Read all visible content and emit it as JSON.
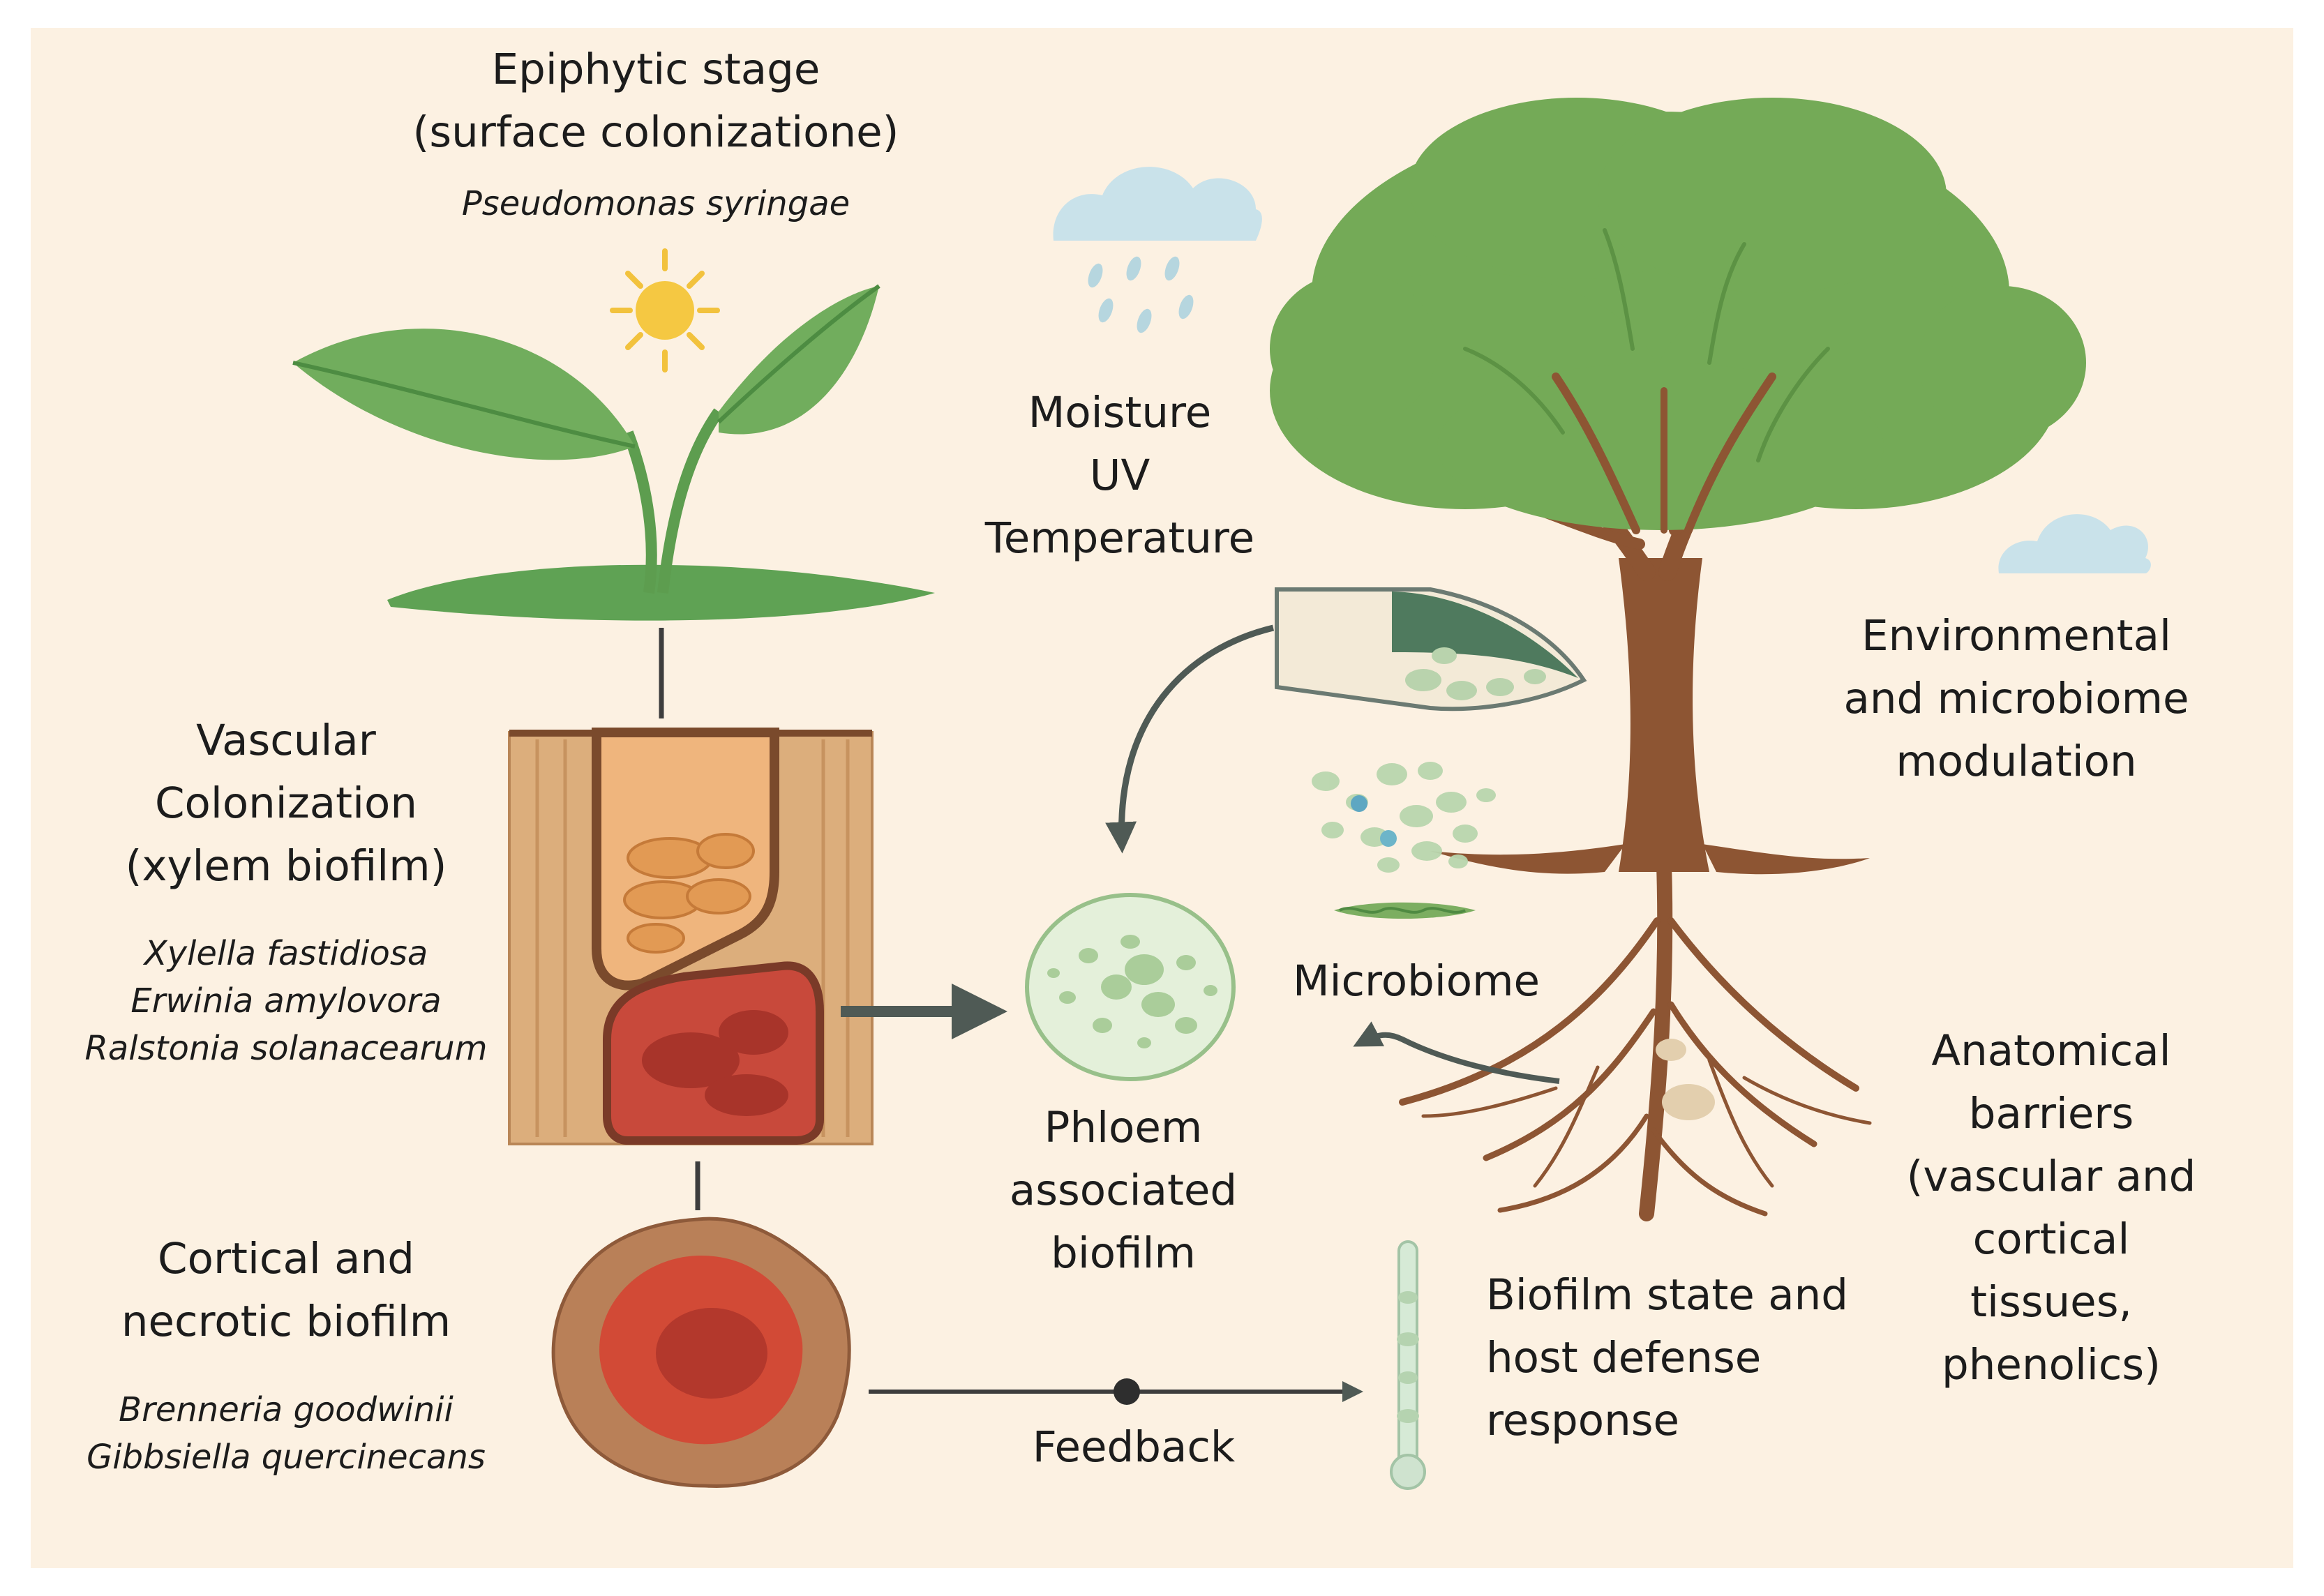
{
  "diagram": {
    "background_color": "#fcf1e2",
    "epiphytic": {
      "title": "Epiphytic stage\n(surface colonizatione)",
      "species": "Pseudomonas syringae"
    },
    "environment": {
      "factors": "Moisture\nUV\nTemperature"
    },
    "vascular": {
      "title": "Vascular\nColonization\n(xylem biofilm)",
      "species": "Xylella fastidiosa\nErwinia amylovora\nRalstonia solanacearum"
    },
    "cortical": {
      "title": "Cortical and\nnecrotic biofilm",
      "species": "Brenneria goodwinii\nGibbsiella quercinecans"
    },
    "phloem": {
      "title": "Phloem\nassociated\nbiofilm"
    },
    "microbiome": {
      "title": "Microbiome"
    },
    "feedback": {
      "label": "Feedback"
    },
    "biofilm_state": {
      "title": "Biofilm state and\nhost defense\nresponse"
    },
    "modulation": {
      "title": "Environmental\nand microbiome\nmodulation"
    },
    "barriers": {
      "title": "Anatomical\nbarriers\n(vascular and\ncortical\ntissues,\nphenolics)"
    },
    "colors": {
      "leaf_green": "#6aa84f",
      "canopy_green": "#74aa57",
      "trunk_brown": "#8d5533",
      "wood_tan": "#dcae7c",
      "necrotic_red": "#c8493b",
      "biofilm_pale": "#e4f0da",
      "arrow_gray": "#4f5a55",
      "cloud_blue": "#c9e2ea"
    }
  }
}
